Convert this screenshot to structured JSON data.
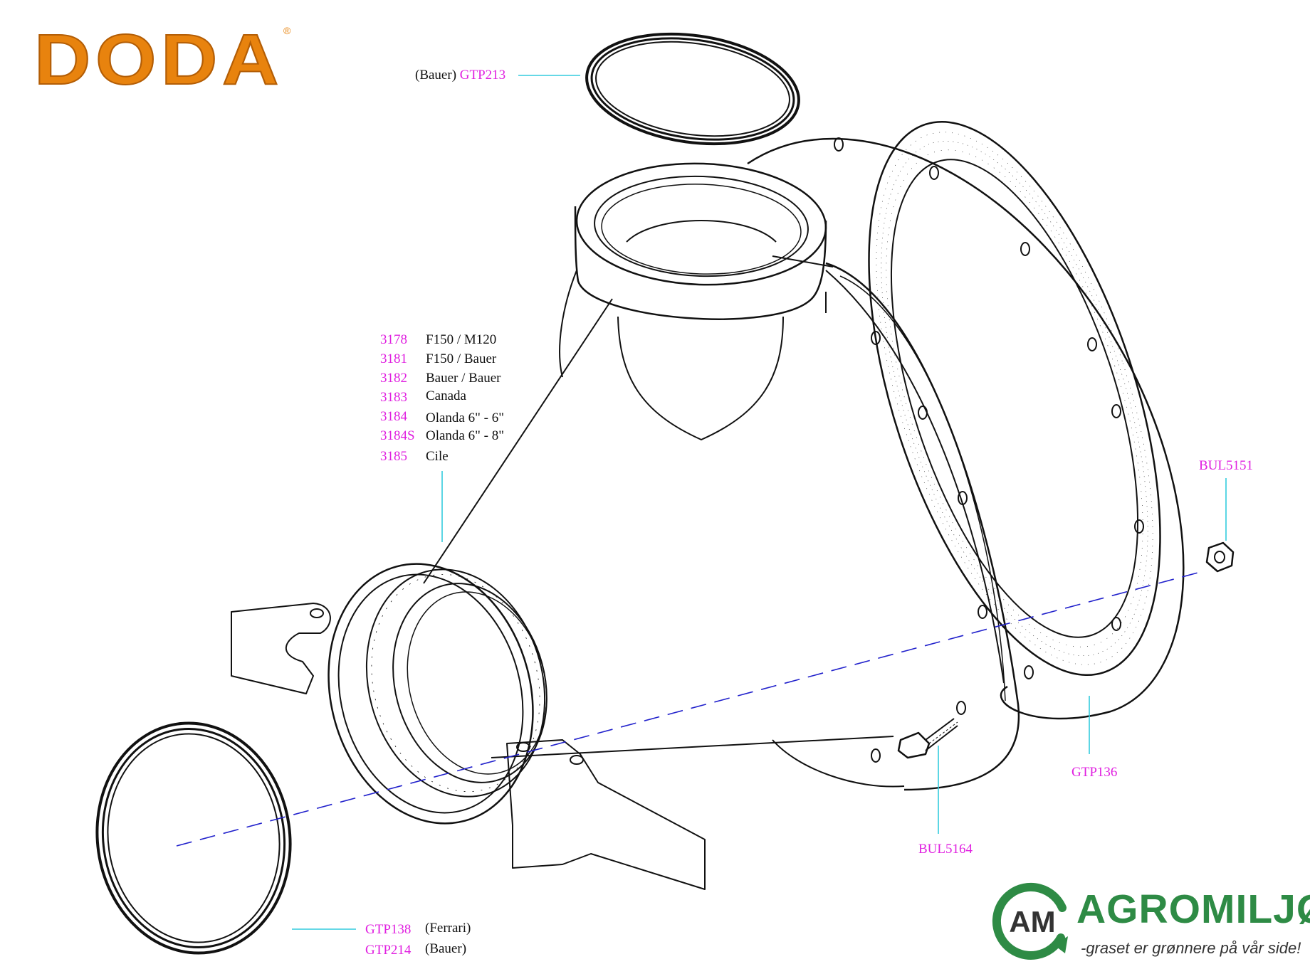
{
  "brand": {
    "doda_logo_text": "DODA",
    "doda_reg_mark": "®",
    "agromiljo_mark": "AM",
    "agromiljo_name": "AGROMILJØ",
    "agromiljo_slogan": "-graset er grønnere på vår side!",
    "doda_color": "#e8830e",
    "agromiljo_color": "#2e8b45"
  },
  "labels": {
    "top_ring_prefix": "(Bauer)",
    "top_ring_code": "GTP213",
    "bul5151": "BUL5151",
    "gtp136": "GTP136",
    "bul5164": "BUL5164",
    "bottom_ring": [
      {
        "code": "GTP138",
        "desc": "(Ferrari)"
      },
      {
        "code": "GTP214",
        "desc": "(Bauer)"
      }
    ]
  },
  "variants": [
    {
      "code": "3178",
      "desc": "F150 / M120"
    },
    {
      "code": "3181",
      "desc": "F150 / Bauer"
    },
    {
      "code": "3182",
      "desc": "Bauer / Bauer"
    },
    {
      "code": "3183",
      "desc": "Canada"
    },
    {
      "code": "3184",
      "desc": "Olanda 6\" - 6\""
    },
    {
      "code": "3184S",
      "desc": "Olanda 6\" - 8\""
    },
    {
      "code": "3185",
      "desc": "Cile"
    }
  ],
  "colors": {
    "code_text": "#e020e0",
    "leader_line": "#33ccdd",
    "axis_line": "#2222cc"
  }
}
